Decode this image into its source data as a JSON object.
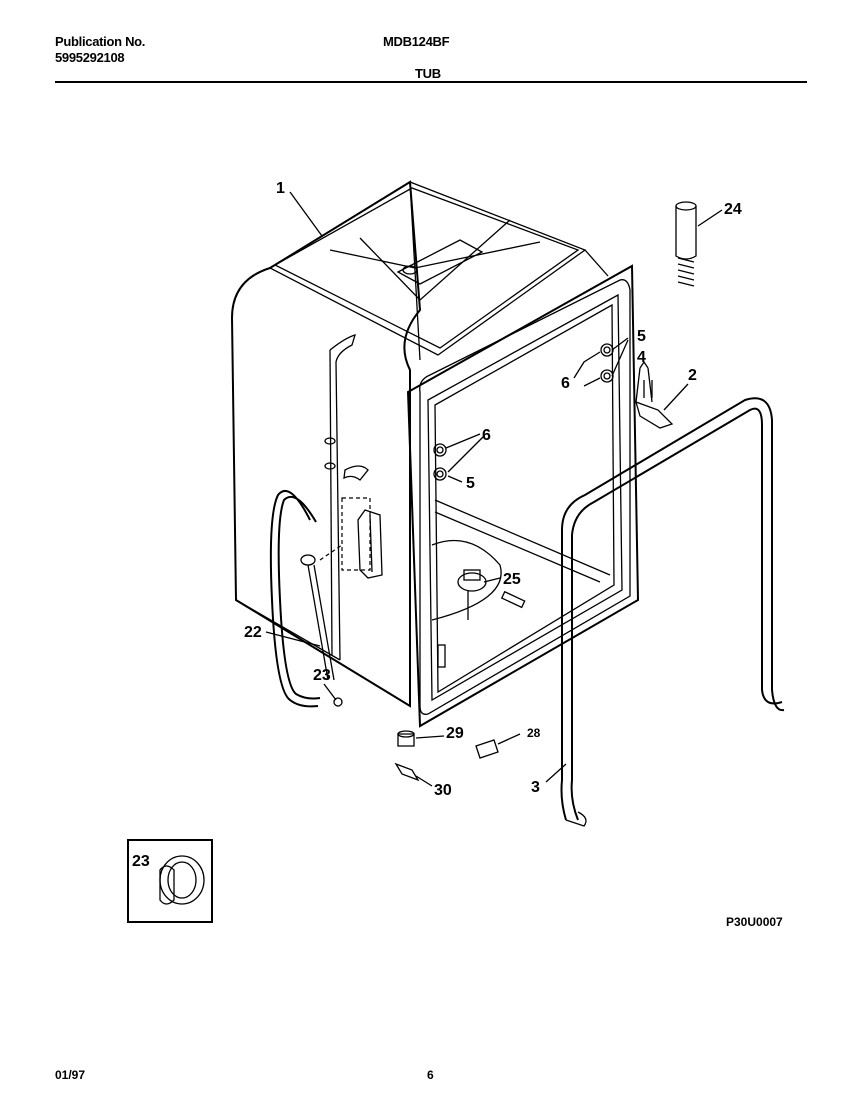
{
  "header": {
    "publication_label": "Publication No.",
    "publication_number": "5995292108",
    "model": "MDB124BF",
    "section": "TUB"
  },
  "diagram": {
    "callouts": {
      "c1": "1",
      "c2": "2",
      "c3": "3",
      "c4": "4",
      "c5a": "5",
      "c5b": "5",
      "c6a": "6",
      "c6b": "6",
      "c22": "22",
      "c23a": "23",
      "c23b": "23",
      "c24": "24",
      "c25": "25",
      "c28": "28",
      "c29": "29",
      "c30": "30"
    },
    "code": "P30U0007"
  },
  "footer": {
    "date": "01/97",
    "page": "6"
  }
}
